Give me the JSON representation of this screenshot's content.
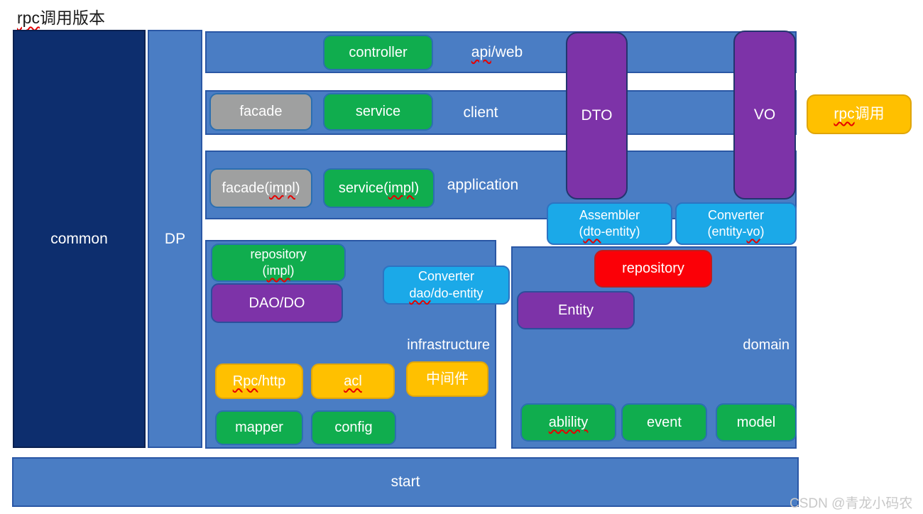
{
  "title": {
    "sq": "rpc",
    "rest": "调用版本"
  },
  "columns": {
    "common": "common",
    "dp": "DP"
  },
  "layers": {
    "api_web": {
      "label_sq": "api",
      "label_rest": "/web",
      "controller": "controller"
    },
    "client": {
      "label": "client",
      "facade": "facade",
      "service": "service"
    },
    "application": {
      "label": "application",
      "facade_pre": "facade(",
      "facade_sq": "impl",
      "facade_post": ")",
      "service_pre": "service(",
      "service_sq": "impl",
      "service_post": ")"
    }
  },
  "vertical_pills": {
    "dto": "DTO",
    "vo": "VO"
  },
  "mappers": {
    "assembler": {
      "line1": "Assembler",
      "l2_pre": "(",
      "l2_sq": "dto",
      "l2_post": "-entity)"
    },
    "converter_vo": {
      "line1": "Converter",
      "l2_pre": "(entity-",
      "l2_sq": "vo",
      "l2_post": ")"
    },
    "converter_dao": {
      "line1": "Converter",
      "l2_sq": "dao",
      "l2_post": "/do-entity"
    }
  },
  "infrastructure": {
    "label": "infrastructure",
    "repository_line1": "repository",
    "repository_l2_pre": "(",
    "repository_l2_sq": "impl",
    "repository_l2_post": ")",
    "dao_do": "DAO/DO",
    "rpc_http_sq": "Rpc",
    "rpc_http_post": "/http",
    "acl_sq": "acl",
    "middleware": "中间件",
    "mapper": "mapper",
    "config": "config"
  },
  "domain": {
    "label": "domain",
    "repository": "repository",
    "entity": "Entity",
    "ability_sq": "ablility",
    "event": "event",
    "model": "model"
  },
  "rpc_call": {
    "sq": "rpc",
    "rest": "调用"
  },
  "start": {
    "label": "start"
  },
  "watermark": "CSDN @青龙小码农",
  "colors": {
    "bar_blue": "#4A7DC4",
    "navy": "#0D2E6E",
    "green": "#10AD4E",
    "gray": "#9FA0A0",
    "purple": "#7D33A8",
    "cyan": "#1BA9E8",
    "orange": "#FFC000",
    "red": "#FB0007",
    "border_blue": "#2A57A5",
    "squiggle_red": "#E60000",
    "watermark_gray": "#C8C8C8"
  }
}
